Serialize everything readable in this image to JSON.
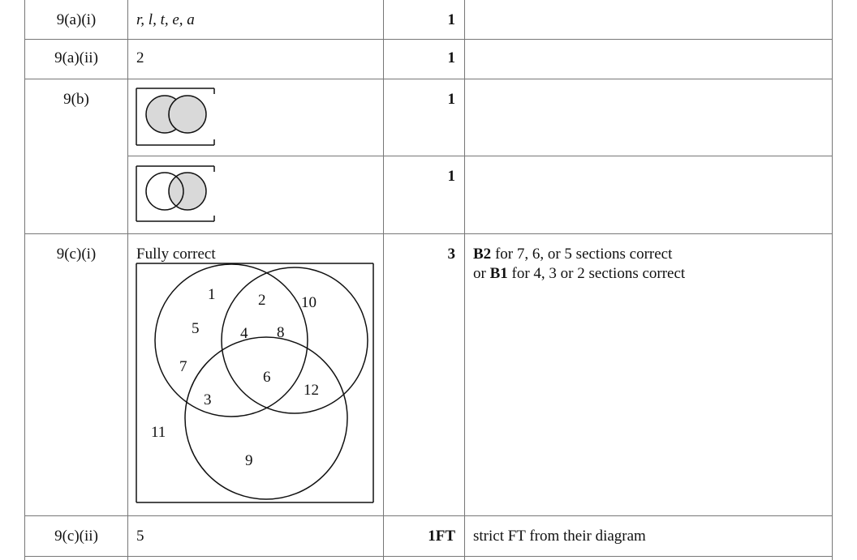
{
  "rows": [
    {
      "question": "9(a)(i)",
      "answer": "r, l, t, e, a",
      "mark": "1"
    },
    {
      "question": "9(a)(ii)",
      "answer": "2",
      "mark": "1"
    },
    {
      "question": "9(b)",
      "mark_1": "1",
      "mark_2": "1"
    },
    {
      "question": "9(c)(i)",
      "answer_label": "Fully correct",
      "mark": "3",
      "guidance": {
        "line1_bold": "B2",
        "line1_rest": " for 7, 6, or 5 sections correct",
        "line2_pre": "or ",
        "line2_bold": "B1",
        "line2_rest": " for 4, 3 or 2 sections correct"
      },
      "venn_numbers": {
        "a_only_1": "1",
        "a_only_5": "5",
        "a_only_7": "7",
        "ab_2": "2",
        "ab_4": "4",
        "b_only_10": "10",
        "b_8": "8",
        "abc_6": "6",
        "ac_3": "3",
        "bc_12": "12",
        "c_only_9": "9",
        "outside_11": "11"
      }
    },
    {
      "question": "9(c)(ii)",
      "answer": "5",
      "mark": "1FT",
      "guidance": "strict FT from their diagram"
    }
  ],
  "colors": {
    "shade": "#d9d9d9",
    "line": "#777777",
    "ink": "#111111"
  }
}
